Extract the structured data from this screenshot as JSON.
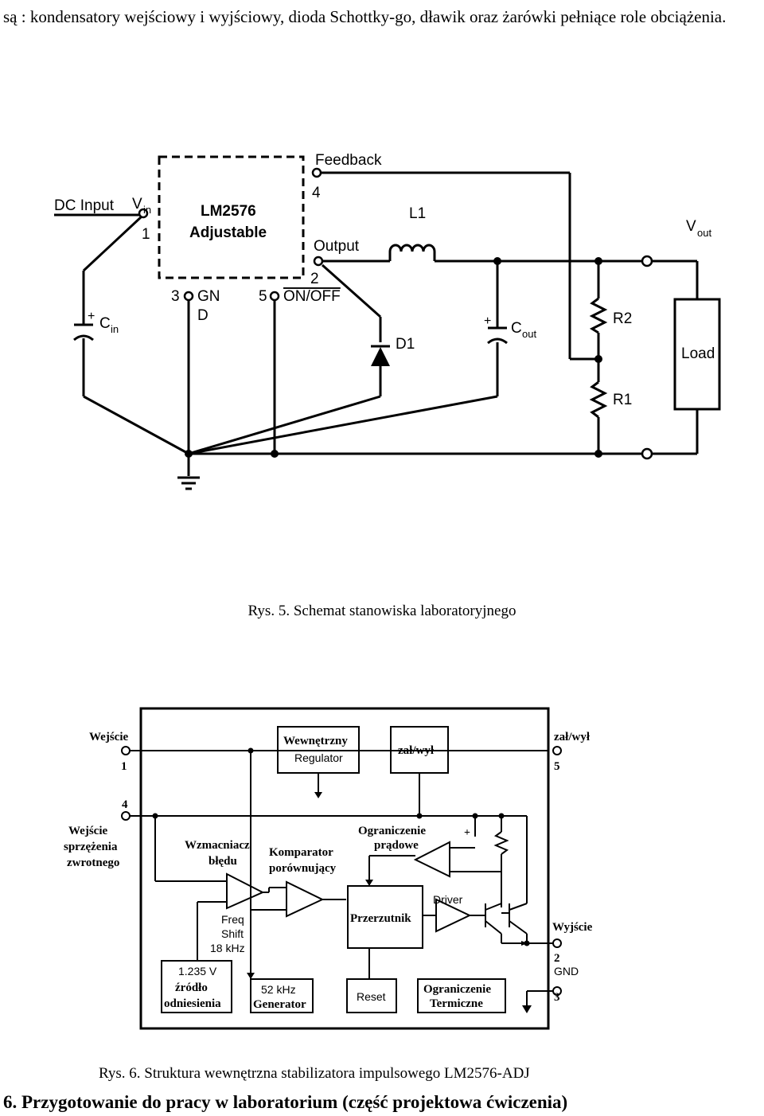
{
  "intro_text": "są : kondensatory wejściowy i wyjściowy, dioda Schottky-go, dławik oraz żarówki pełniące role obciążenia.",
  "figure1": {
    "caption": "Rys. 5. Schemat stanowiska laboratoryjnego",
    "chip_line1": "LM2576",
    "chip_line2": "Adjustable",
    "dc_input": "DC Input",
    "vin_main": "V",
    "vin_sub": "in",
    "pin1": "1",
    "feedback": "Feedback",
    "pin4": "4",
    "output": "Output",
    "pin2": "2",
    "pin3": "3",
    "gnd_a": "GN",
    "gnd_b": "D",
    "pin5": "5",
    "onoff": "ON/OFF",
    "l1": "L1",
    "d1": "D1",
    "cin_main": "C",
    "cin_sub": "in",
    "cout_main": "C",
    "cout_sub": "out",
    "r2": "R2",
    "r1": "R1",
    "load": "Load",
    "vout_main": "V",
    "vout_sub": "out"
  },
  "figure2": {
    "caption": "Rys. 6. Struktura wewnętrzna stabilizatora impulsowego LM2576-ADJ",
    "in_label": "Wejście",
    "pin1": "1",
    "regulator_line1": "Wewnętrzny",
    "regulator_line2": "Regulator",
    "onoff_block": "zał/wył",
    "onoff_label": "zał/wył",
    "pin5": "5",
    "pin4": "4",
    "fb_line1": "Wejście",
    "fb_line2": "sprzężenia",
    "fb_line3": "zwrotnego",
    "err_line1": "Wzmacniacz",
    "err_line2": "błędu",
    "comp_line1": "Komparator",
    "comp_line2": "porównujący",
    "curr_line1": "Ograniczenie",
    "curr_line2": "prądowe",
    "driver": "Driver",
    "latch": "Przerzutnik",
    "freq_line1": "Freq",
    "freq_line2": "Shift",
    "freq_line3": "18 kHz",
    "ref_line1": "1.235 V",
    "ref_line2": "źródło",
    "ref_line3": "odniesienia",
    "osc_line1": "52 kHz",
    "osc_line2": "Generator",
    "reset": "Reset",
    "therm_line1": "Ograniczenie",
    "therm_line2": "Termiczne",
    "out_label": "Wyjście",
    "pin2": "2",
    "gnd": "GND",
    "pin3": "3"
  },
  "section_heading": "6. Przygotowanie do pracy w laboratorium (część projektowa ćwiczenia)"
}
